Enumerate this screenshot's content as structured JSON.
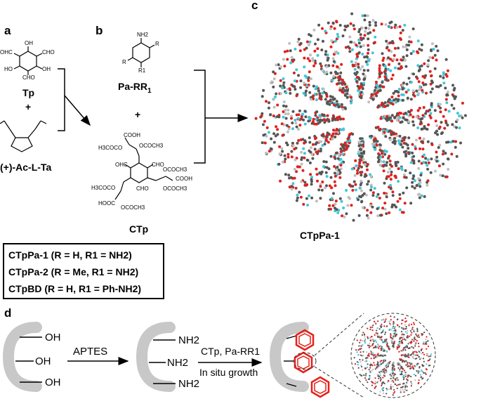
{
  "panels": {
    "a": {
      "letter": "a",
      "tp_name": "Tp",
      "plus": "+",
      "ta_name": "(+)-Ac-L-Ta",
      "tp_oh_top": "OH",
      "tp_cho_left": "OHC",
      "tp_cho_right": "CHO",
      "tp_ho_left": "HO",
      "tp_oh_right": "OH",
      "tp_cho_bottom": "CHO"
    },
    "b": {
      "letter": "b",
      "pa_name": "Pa-RR",
      "pa_sub": "1",
      "plus": "+",
      "ctp_name": "CTp",
      "nh2": "NH2",
      "r_top": "R",
      "r_left": "R",
      "r1": "R1",
      "cooh_1": "COOH",
      "ococh3_1": "OCOCH3",
      "h3coco": "H3COCO",
      "cho_1": "OHC",
      "cho_2": "CHO",
      "ococh3_2": "OCOCH3",
      "cooh_2": "COOH",
      "ococh3_3": "OCOCH3",
      "h3coco_2": "H3COCO",
      "cho_3": "CHO",
      "hooc": "HOOC",
      "ococh3_4": "OCOCH3"
    },
    "c": {
      "letter": "c",
      "caption": "CTpPa-1"
    },
    "d": {
      "letter": "d",
      "oh": "OH",
      "aptes": "APTES",
      "nh2": "NH2",
      "reagents": "CTp, Pa-RR1",
      "growth": "In situ growth"
    }
  },
  "legend": {
    "row1": "CTpPa-1 (R = H, R1 = NH2)",
    "row2": "CTpPa-2 (R = Me, R1 = NH2)",
    "row3": "CTpBD (R = H, R1 = Ph-NH2)"
  },
  "colors": {
    "oxygen": "#e0201e",
    "carbon": "#555555",
    "nitrogen": "#3fc8d8",
    "hydrogen": "#bfbfbf",
    "support": "#c8c8c8",
    "ring": "#e8201a"
  }
}
